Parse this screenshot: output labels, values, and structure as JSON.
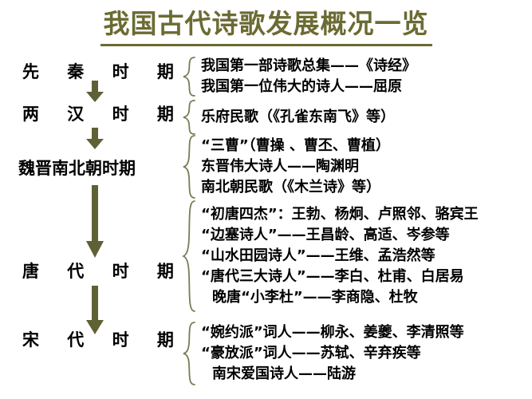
{
  "title": "我国古代诗歌发展概况一览",
  "colors": {
    "title": "#6b6b33",
    "arrow": "#5f6135",
    "brace": "#7b7b55",
    "text": "#000000",
    "background": "#ffffff"
  },
  "sections": [
    {
      "period": "先 秦 时 期",
      "items": [
        "我国第一部诗歌总集——《诗经》",
        "我国第一位伟大的诗人——屈原"
      ]
    },
    {
      "period": "两 汉 时 期",
      "items": [
        "乐府民歌（《孔雀东南飞》等）"
      ]
    },
    {
      "period": "魏晋南北朝时期",
      "items": [
        "“三曹”（曹操 、曹丕、曹植）",
        "东晋伟大诗人——陶渊明",
        "南北朝民歌（《木兰诗》等）"
      ]
    },
    {
      "period": "唐 代 时 期",
      "items": [
        "“初唐四杰”：王勃、杨炯、卢照邻、骆宾王",
        "“边塞诗人”——王昌龄、高适、岑参等",
        "“山水田园诗人”——王维、孟浩然等",
        "“唐代三大诗人”——李白、杜甫、白居易",
        "晚唐“小李杜”——李商隐、杜牧"
      ]
    },
    {
      "period": "宋 代 时 期",
      "items": [
        "“婉约派”词人——柳永、姜夔、李清照等",
        "“豪放派”词人——苏轼、辛弃疾等",
        "南宋爱国诗人——陆游"
      ]
    }
  ],
  "arrows": [
    {
      "name": "arrow-xianqin-to-lianghan"
    },
    {
      "name": "arrow-lianghan-to-weijin"
    },
    {
      "name": "arrow-weijin-to-tang"
    },
    {
      "name": "arrow-tang-to-song"
    }
  ]
}
